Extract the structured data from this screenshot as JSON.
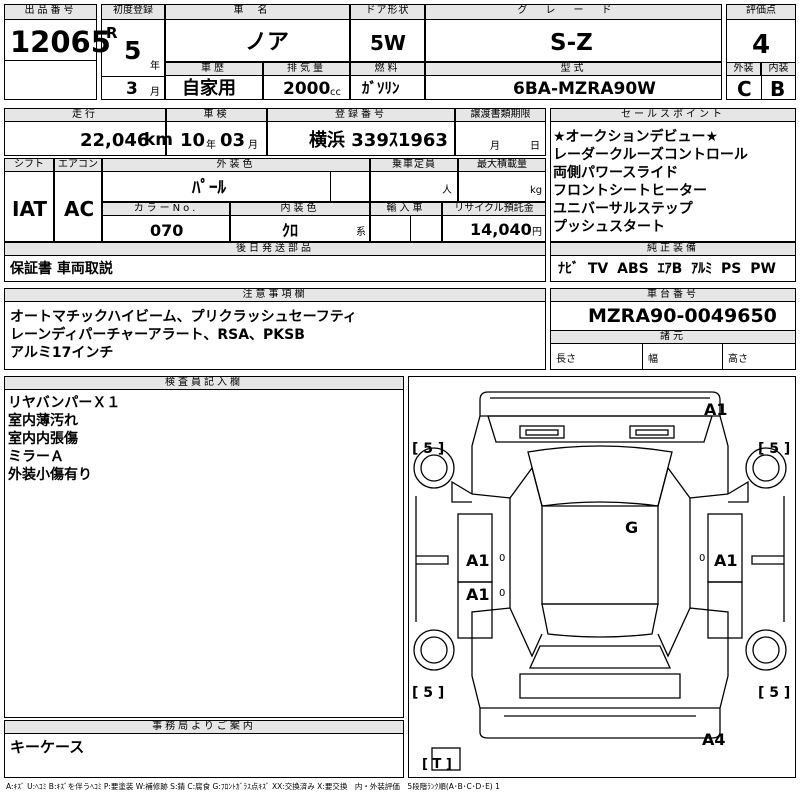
{
  "lot": {
    "label": "出品番号",
    "value": "12065"
  },
  "first_reg": {
    "label": "初度登録",
    "era": "R",
    "year": "5",
    "year_unit": "年",
    "month": "3",
    "month_unit": "月"
  },
  "car_name": {
    "label": "車名",
    "value": "ノア"
  },
  "door": {
    "label": "ドア形状",
    "value": "5W"
  },
  "grade": {
    "label": "グレード",
    "value": "S-Z"
  },
  "score": {
    "label": "評価点",
    "value": "4",
    "ext_label": "外装",
    "int_label": "内装",
    "ext": "C",
    "int": "B"
  },
  "history": {
    "label": "車歴",
    "value": "自家用"
  },
  "displacement": {
    "label": "排気量",
    "value": "2000",
    "unit": "cc"
  },
  "fuel": {
    "label": "燃料",
    "value": "ｶﾞｿﾘﾝ"
  },
  "model": {
    "label": "型式",
    "value": "6BA-MZRA90W"
  },
  "mileage": {
    "label": "走行",
    "value": "22,046",
    "unit": "km"
  },
  "inspection": {
    "label": "車検",
    "year": "10",
    "year_unit": "年",
    "month": "03",
    "month_unit": "月"
  },
  "registration": {
    "label": "登録番号",
    "value": "横浜 339ｽ1963"
  },
  "transfer": {
    "label": "譲渡書類期限",
    "month_unit": "月",
    "day_unit": "日"
  },
  "shift": {
    "label": "シフト",
    "value": "IAT"
  },
  "aircon": {
    "label": "エアコン",
    "value": "AC"
  },
  "ext_color": {
    "label": "外装色",
    "value": "ﾊﾟｰﾙ"
  },
  "capacity": {
    "label": "乗車定員",
    "unit": "人"
  },
  "max_load": {
    "label": "最大積載量",
    "unit": "kg"
  },
  "color_no": {
    "label": "カラーNo.",
    "value": "070"
  },
  "int_color": {
    "label": "内装色",
    "value": "ｸﾛ",
    "unit": "系"
  },
  "import": {
    "label": "輸入車"
  },
  "recycle": {
    "label": "リサイクル預託金",
    "value": "14,040",
    "unit": "円"
  },
  "later_items": {
    "label": "後日発送部品",
    "value": "保証書 車両取説"
  },
  "sales_points": {
    "label": "セールスポイント",
    "items": [
      "★オークションデビュー★",
      "レーダークルーズコントロール",
      "両側パワースライド",
      "フロントシートヒーター",
      "ユニバーサルステップ",
      "プッシュスタート"
    ]
  },
  "equipment": {
    "label": "純正装備",
    "value": "ﾅﾋﾞ TV ABS ｴｱB ｱﾙﾐ PS PW"
  },
  "notes": {
    "label": "注意事項欄",
    "lines": [
      "オートマチックハイビーム、プリクラッシュセーフティ",
      "レーンディパーチャーアラート、RSA、PKSB",
      "アルミ17インチ"
    ]
  },
  "chassis": {
    "label": "車台番号",
    "value": "MZRA90-0049650"
  },
  "specs": {
    "label": "諸元",
    "length": "長さ",
    "width": "幅",
    "height": "高さ"
  },
  "inspector": {
    "label": "検査員記入欄",
    "lines": [
      "リヤバンパーＸ１",
      "室内薄汚れ",
      "室内内張傷",
      "ミラーＡ",
      "外装小傷有り"
    ]
  },
  "office": {
    "label": "事務局よりご案内",
    "value": "キーケース"
  },
  "diagram_marks": {
    "a1_top": "A1",
    "g": "G",
    "a1_left1": "A1",
    "a1_left2": "A1",
    "a1_right": "A1",
    "a4": "A4",
    "tire_fl": "[ 5 ]",
    "tire_fr": "[ 5 ]",
    "tire_rl": "[ 5 ]",
    "tire_rr": "[ 5 ]",
    "trunk": "[ T ]",
    "zero": "0"
  },
  "legend": "A:ｷｽﾞ U:ﾍｺﾐ B:ｷｽﾞを伴うﾍｺﾐ P:要塗装 W:補修跡 S:錆 C:腐食 G:ﾌﾛﾝﾄｶﾞﾗｽ点ｷｽﾞ XX:交換済み X:要交換　内・外装評価　5段階ﾗﾝｸ順(A･B･C･D･E) 1"
}
